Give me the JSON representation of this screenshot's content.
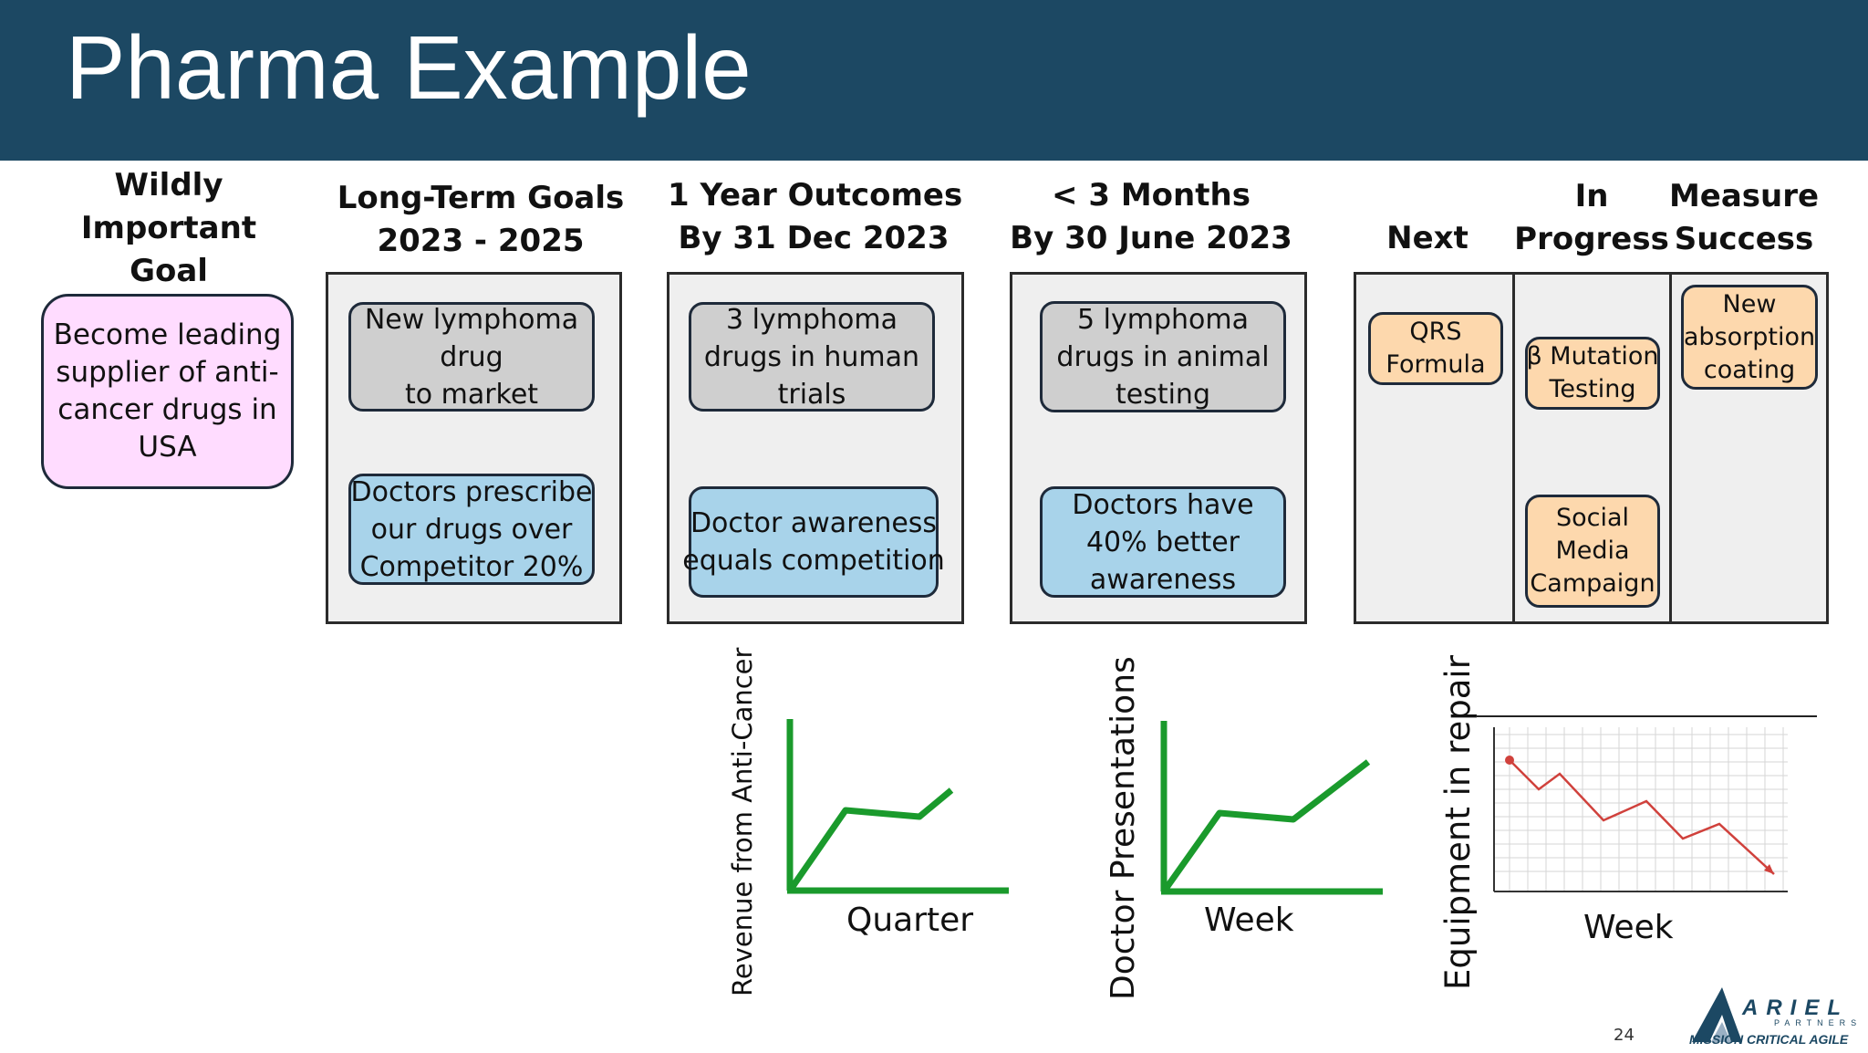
{
  "header": {
    "title": "Pharma Example"
  },
  "columns": {
    "wig": [
      "Wildly",
      "Important",
      "Goal"
    ],
    "long_term": [
      "Long-Term Goals",
      "2023 - 2025"
    ],
    "one_year": [
      "1 Year Outcomes",
      "By 31 Dec 2023"
    ],
    "three_months": [
      "< 3 Months",
      "By 30 June 2023"
    ],
    "next": "Next",
    "in_progress": [
      "In",
      "Progress"
    ],
    "measure": [
      "Measure",
      "Success"
    ]
  },
  "goal": [
    "Become leading",
    "supplier of anti-",
    "cancer drugs in",
    "USA"
  ],
  "long_term": {
    "top": [
      "New lymphoma",
      "drug",
      "to market"
    ],
    "bottom": [
      "Doctors prescribe",
      "our drugs over",
      "Competitor 20%"
    ]
  },
  "one_year": {
    "top": [
      "3 lymphoma",
      "drugs in human",
      "trials"
    ],
    "bottom": [
      "Doctor awareness",
      "equals competition"
    ]
  },
  "three_months": {
    "top": [
      "5 lymphoma",
      "drugs in animal",
      "testing"
    ],
    "bottom": [
      "Doctors have",
      "40% better",
      "awareness"
    ]
  },
  "kanban": {
    "next": [
      "QRS",
      "Formula"
    ],
    "in_progress_1": [
      "β Mutation",
      "Testing"
    ],
    "in_progress_2": [
      "Social",
      "Media",
      "Campaign"
    ],
    "measure": [
      "New",
      "absorption",
      "coating"
    ]
  },
  "charts": {
    "revenue": {
      "ylabel": "Revenue from Anti-Cancer",
      "xlabel": "Quarter"
    },
    "presentations": {
      "ylabel": "Doctor Presentations",
      "xlabel": "Week"
    },
    "repair": {
      "ylabel": "Equipment in repair",
      "xlabel": "Week"
    }
  },
  "footer": {
    "page_number": "24",
    "logo_name": "ARIEL",
    "logo_sub": "PARTNERS",
    "logo_tagline": "MISSION CRITICAL AGILE"
  },
  "colors": {
    "header_bg": "#1c4863",
    "goal_fill": "#ffdcff",
    "grey_box": "#cfcfcf",
    "blue_box": "#a8d3ea",
    "orange_box": "#fdd8ad",
    "trend_green": "#1a9a2c",
    "trend_red": "#d0413c"
  }
}
